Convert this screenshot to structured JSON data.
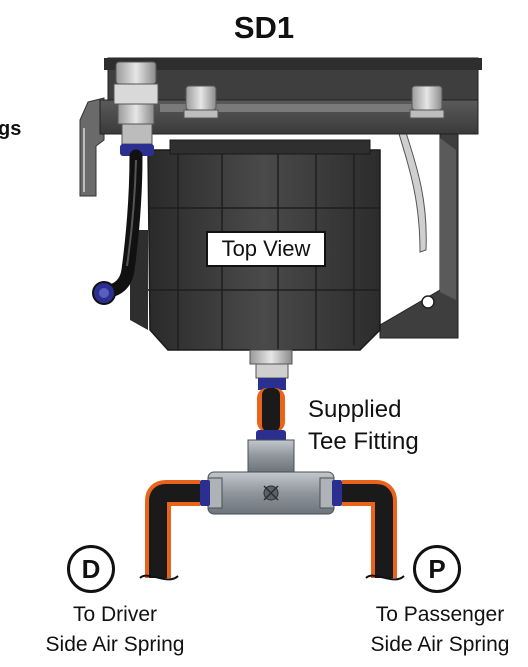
{
  "title": "SD1",
  "left_label_fragment": "gs",
  "center_label": "Top View",
  "tee_label": {
    "line1": "Supplied",
    "line2": "Tee Fitting"
  },
  "driver": {
    "badge": "D",
    "line1": "To Driver",
    "line2": "Side Air Spring"
  },
  "passenger": {
    "badge": "P",
    "line1": "To Passenger",
    "line2": "Side Air Spring"
  },
  "colors": {
    "hose_outline": "#e8641c",
    "hose": "#1a1a1a",
    "collet": "#2b2f8f",
    "bracket": "#4a4a4a",
    "housing": "#3a3a3a",
    "fitting": "#9aa0a6"
  }
}
